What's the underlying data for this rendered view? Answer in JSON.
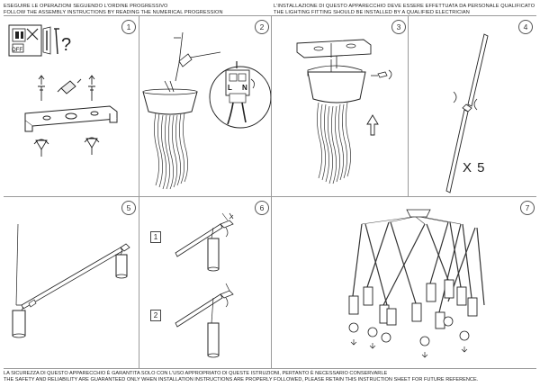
{
  "header": {
    "left_line1": "ESEGUIRE LE OPERAZIONI SEGUENDO L'ORDINE PROGRESSIVO",
    "left_line2": "FOLLOW THE ASSEMBLY INSTRUCTIONS BY READING THE NUMERICAL PROGRESSION",
    "right_line1": "L'INSTALLAZIONE DI QUESTO APPARECCHIO DEVE ESSERE EFFETTUATA DA PERSONALE QUALIFICATO",
    "right_line2": "THE LIGHTING FITTING SHOULD BE INSTALLED BY A QUALIFIED ELECTRICIAN"
  },
  "steps": [
    {
      "number": "1",
      "off_label": "OFF",
      "question_mark": "?"
    },
    {
      "number": "2",
      "terminal_labels": [
        "L",
        "N"
      ]
    },
    {
      "number": "3"
    },
    {
      "number": "4",
      "quantity": "X 5"
    },
    {
      "number": "5"
    },
    {
      "number": "6",
      "substeps": [
        "1",
        "2"
      ]
    },
    {
      "number": "7"
    }
  ],
  "footer": {
    "line1": "LA SICUREZZA DI QUESTO APPARECCHIO È GARANTITA SOLO CON L'USO APPROPRIATO DI QUESTE ISTRUZIONI, PERTANTO È NECESSARIO CONSERVARLE",
    "line2": "THE SAFETY AND RELIABILITY ARE GUARANTEED ONLY WHEN INSTALLATION INSTRUCTIONS ARE PROPERLY FOLLOWED, PLEASE RETAIN THIS INSTRUCTION SHEET FOR FUTURE REFERENCE."
  }
}
